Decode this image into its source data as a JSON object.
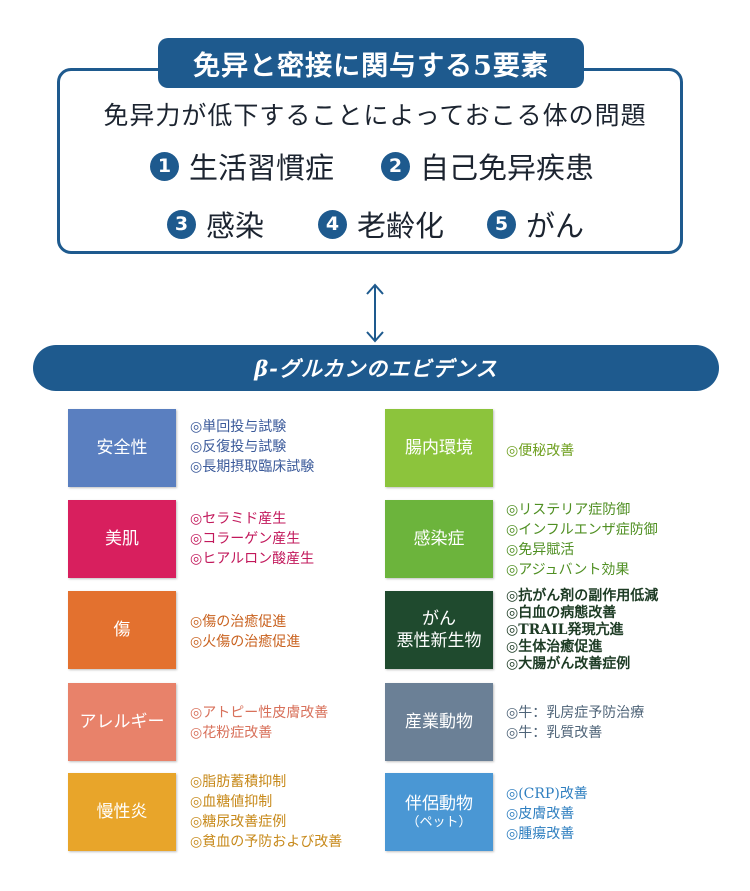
{
  "header": {
    "title": "免异と密接に関与する5要素",
    "subtitle": "免异力が低下することによっておこる体の問題",
    "problems": [
      {
        "num": "1",
        "label": "生活習慣症"
      },
      {
        "num": "2",
        "label": "自己免异疾患"
      },
      {
        "num": "3",
        "label": "感染"
      },
      {
        "num": "4",
        "label": "老齢化"
      },
      {
        "num": "5",
        "label": "がん"
      }
    ]
  },
  "banner": {
    "title": "β-グルカンのエビデンス"
  },
  "colors": {
    "navy": "#1e5a8e",
    "safety": "#5a7fc0",
    "skin": "#d81f5e",
    "wound": "#e3712f",
    "allergy": "#e8826a",
    "inflammation": "#e8a52a",
    "gut": "#8cc43c",
    "infection": "#6cb43c",
    "cancer": "#1f4a2e",
    "industry": "#6b8096",
    "pet": "#4a97d4"
  },
  "left": [
    {
      "label": "安全性",
      "items": [
        "◎単回投与試験",
        "◎反復投与試験",
        "◎長期摂取臨床試験"
      ]
    },
    {
      "label": "美肌",
      "items": [
        "◎セラミド産生",
        "◎コラーゲン産生",
        "◎ヒアルロン酸産生"
      ]
    },
    {
      "label": "傷",
      "items": [
        "◎傷の治癒促進",
        "◎火傷の治癒促進"
      ]
    },
    {
      "label": "アレルギー",
      "items": [
        "◎アトピー性皮膚改善",
        "◎花粉症改善"
      ]
    },
    {
      "label": "慢性炎",
      "items": [
        "◎脂肪蓄積抑制",
        "◎血糖値抑制",
        "◎糖尿改善症例",
        "◎貧血の予防および改善"
      ]
    }
  ],
  "right": [
    {
      "label": "腸内環境",
      "items": [
        "◎便秘改善"
      ]
    },
    {
      "label": "感染症",
      "items": [
        "◎リステリア症防御",
        "◎インフルエンザ症防御",
        "◎免异賦活",
        "◎アジュバント効果"
      ]
    },
    {
      "label": "がん",
      "label2": "悪性新生物",
      "items": [
        "◎抗がん剤の副作用低減",
        "◎白血の病態改善",
        "◎TRAIL発現亢進",
        "◎生体治癒促進",
        "◎大腸がん改善症例"
      ]
    },
    {
      "label": "産業動物",
      "items": [
        "◎牛：乳房症予防治療",
        "◎牛：乳質改善"
      ]
    },
    {
      "label": "伴侶動物",
      "label2": "（ペット）",
      "items": [
        "◎(CRP)改善",
        "◎皮膚改善",
        "◎腫瘍改善"
      ]
    }
  ]
}
